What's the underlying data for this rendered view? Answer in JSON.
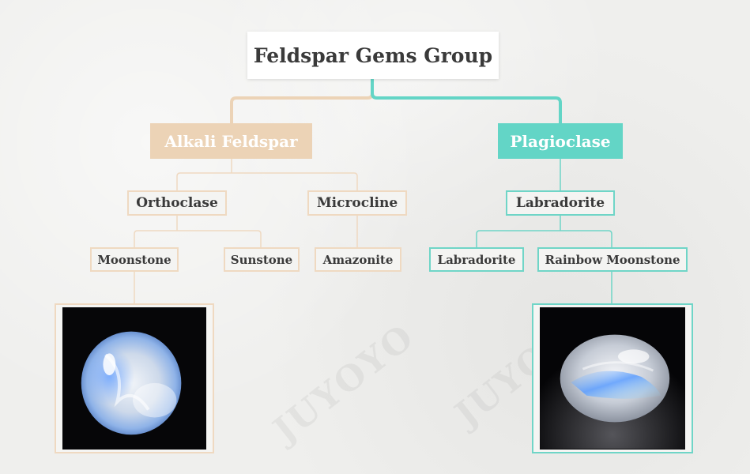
{
  "diagram": {
    "root": {
      "label": "Feldspar Gems Group"
    },
    "alkali": {
      "label": "Alkali Feldspar",
      "orthoclase": "Orthoclase",
      "microcline": "Microcline",
      "moonstone": "Moonstone",
      "sunstone": "Sunstone",
      "amazonite": "Amazonite"
    },
    "plagioclase": {
      "label": "Plagioclase",
      "labradorite_group": "Labradorite",
      "labradorite": "Labradorite",
      "rainbow_moonstone": "Rainbow Moonstone"
    }
  },
  "watermark": "JUYOYO",
  "colors": {
    "alkali_accent": "#ecd3b6",
    "plagioclase_accent": "#63d5c6",
    "background": "#efefed",
    "text": "#3a3a3a"
  }
}
